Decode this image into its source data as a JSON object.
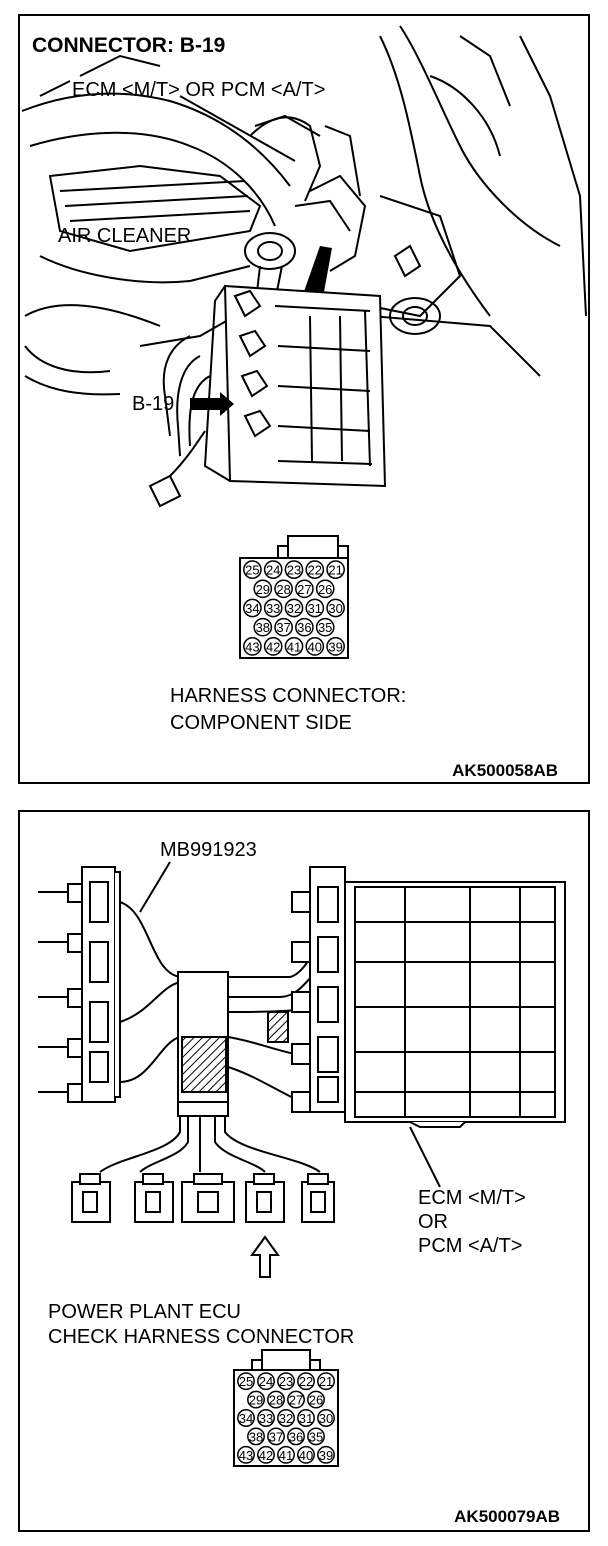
{
  "panel1": {
    "title": "CONNECTOR: B-19",
    "ecm_label": "ECM <M/T> OR PCM <A/T>",
    "air_cleaner_label": "AIR CLEANER",
    "connector_label": "B-19",
    "harness_line1": "HARNESS CONNECTOR:",
    "harness_line2": "COMPONENT SIDE",
    "ref_code": "AK500058AB",
    "pins": {
      "row1": [
        "25",
        "24",
        "23",
        "22",
        "21"
      ],
      "row2": [
        "29",
        "28",
        "27",
        "26"
      ],
      "row3": [
        "34",
        "33",
        "32",
        "31",
        "30"
      ],
      "row4": [
        "38",
        "37",
        "36",
        "35"
      ],
      "row5": [
        "43",
        "42",
        "41",
        "40",
        "39"
      ]
    }
  },
  "panel2": {
    "tool_label": "MB991923",
    "ecm_line1": "ECM <M/T>",
    "ecm_line2": "OR",
    "ecm_line3": "PCM <A/T>",
    "check_line1": "POWER PLANT ECU",
    "check_line2": "CHECK HARNESS CONNECTOR",
    "ref_code": "AK500079AB",
    "pins": {
      "row1": [
        "25",
        "24",
        "23",
        "22",
        "21"
      ],
      "row2": [
        "29",
        "28",
        "27",
        "26"
      ],
      "row3": [
        "34",
        "33",
        "32",
        "31",
        "30"
      ],
      "row4": [
        "38",
        "37",
        "36",
        "35"
      ],
      "row5": [
        "43",
        "42",
        "41",
        "40",
        "39"
      ]
    }
  }
}
